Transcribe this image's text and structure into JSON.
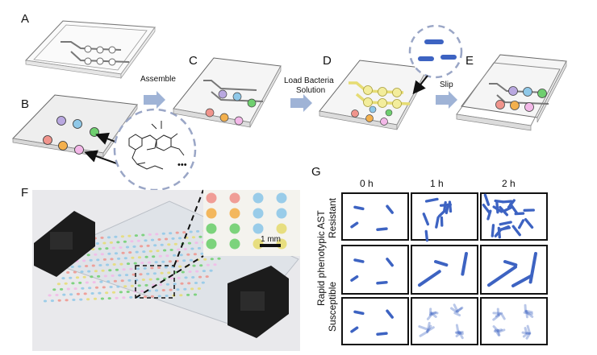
{
  "panels": {
    "A": "A",
    "B": "B",
    "C": "C",
    "D": "D",
    "E": "E",
    "F": "F",
    "G": "G"
  },
  "steps": {
    "assemble": "Assemble",
    "load_line1": "Load Bacteria",
    "load_line2": "Solution",
    "slip": "Slip"
  },
  "molecule_more": "•••",
  "scale_bar": "1 mm",
  "grid_g": {
    "time_headers": [
      "0 h",
      "1 h",
      "2 h"
    ],
    "side_title": "Rapid phenotypic AST",
    "row_resistant": "Resistant",
    "row_susceptible": "Susceptible"
  },
  "colors": {
    "accent_arrow": "#9fb3d6",
    "bacteria": "#3d63c2",
    "dashed_circle": "#9aa6c6",
    "well_purple": "#b9a8e0",
    "well_blue": "#8fc8e8",
    "well_green": "#6fcf6f",
    "well_red": "#f0948c",
    "well_orange": "#f3b04d",
    "well_pink": "#f3b8e8",
    "channel_yellow": "#e6dc73"
  }
}
